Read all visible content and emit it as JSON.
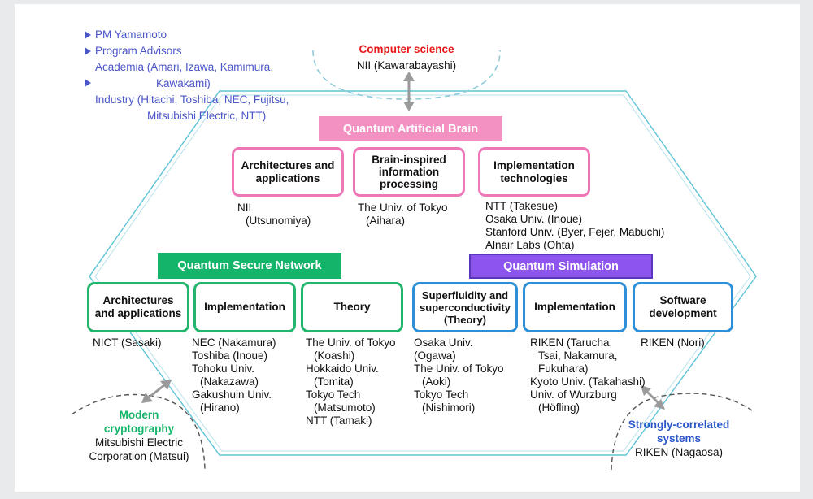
{
  "management": {
    "pm": "PM Yamamoto",
    "advisors_heading": "Program Advisors",
    "academia_line1": "Academia (Amari, Izawa, Kamimura,",
    "academia_line2": "Kawakami)",
    "industry_line1": "Industry (Hitachi, Toshiba, NEC, Fujitsu,",
    "industry_line2": "Mitsubishi Electric, NTT)"
  },
  "computer_science": {
    "title": "Computer science",
    "member": "NII (Kawarabayashi)",
    "title_color": "#e8181b"
  },
  "quantum_artificial_brain": {
    "banner": "Quantum Artificial Brain",
    "color": "#f391c3",
    "boxes": [
      {
        "label_line1": "Architectures and",
        "label_line2": "applications",
        "label_line3": "",
        "members": [
          "NII",
          "(Utsunomiya)"
        ]
      },
      {
        "label_line1": "Brain-inspired",
        "label_line2": "information",
        "label_line3": "processing",
        "members": [
          "The Univ. of Tokyo",
          "(Aihara)"
        ]
      },
      {
        "label_line1": "Implementation",
        "label_line2": "technologies",
        "label_line3": "",
        "members": [
          "NTT (Takesue)",
          "Osaka Univ. (Inoue)",
          "Stanford Univ. (Byer, Fejer, Mabuchi)",
          "Alnair Labs (Ohta)"
        ]
      }
    ]
  },
  "quantum_secure_network": {
    "banner": "Quantum Secure Network",
    "color": "#14b56a",
    "boxes": [
      {
        "label_line1": "Architectures",
        "label_line2": "and applications",
        "label_line3": "",
        "members": [
          "NICT (Sasaki)"
        ]
      },
      {
        "label_line1": "Implementation",
        "label_line2": "",
        "label_line3": "",
        "members": [
          "NEC (Nakamura)",
          "Toshiba (Inoue)",
          "Tohoku Univ.",
          "(Nakazawa)",
          "Gakushuin Univ.",
          "(Hirano)"
        ]
      },
      {
        "label_line1": "Theory",
        "label_line2": "",
        "label_line3": "",
        "members": [
          "The Univ. of Tokyo",
          "(Koashi)",
          "Hokkaido Univ.",
          "(Tomita)",
          "Tokyo Tech",
          "(Matsumoto)",
          "NTT (Tamaki)"
        ]
      }
    ]
  },
  "quantum_simulation": {
    "banner": "Quantum Simulation",
    "color": "#8e55ee",
    "boxes": [
      {
        "label_line1": "Superfluidity and",
        "label_line2": "superconductivity",
        "label_line3": "(Theory)",
        "members": [
          "Osaka Univ.",
          "(Ogawa)",
          "The Univ. of Tokyo",
          "(Aoki)",
          "Tokyo Tech",
          "(Nishimori)"
        ]
      },
      {
        "label_line1": "Implementation",
        "label_line2": "",
        "label_line3": "",
        "members": [
          "RIKEN (Tarucha,",
          "Tsai, Nakamura,",
          "Fukuhara)",
          "Kyoto Univ. (Takahashi)",
          "Univ. of  Wurzburg",
          "(Höfling)"
        ]
      },
      {
        "label_line1": "Software",
        "label_line2": "development",
        "label_line3": "",
        "members": [
          "RIKEN (Nori)"
        ]
      }
    ]
  },
  "modern_cryptography": {
    "title_line1": "Modern",
    "title_line2": "cryptography",
    "member_line1": "Mitsubishi Electric",
    "member_line2": "Corporation (Matsui)",
    "title_color": "#14b56a"
  },
  "strongly_correlated": {
    "title_line1": "Strongly-correlated",
    "title_line2": "systems",
    "member": "RIKEN (Nagaosa)",
    "title_color": "#2a57c9"
  },
  "colors": {
    "hexagon": "#5fc4d6",
    "dashed": "#8fcbd8",
    "arrow": "#9a9a9a"
  }
}
